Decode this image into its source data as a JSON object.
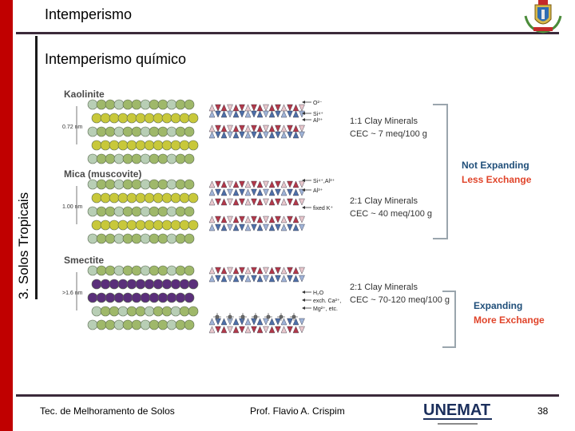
{
  "header": {
    "title": "Intemperismo",
    "subtitle": "Intemperismo químico",
    "side_label": "3.  Solos Tropicais"
  },
  "figure": {
    "sections": [
      {
        "name": "Kaolinite",
        "spacing": "0.72 nm",
        "ions": [
          "O²⁻",
          "Si⁴⁺",
          "Al³⁺"
        ],
        "mineral_line1": "1:1 Clay Minerals",
        "mineral_line2": "CEC ~ 7 meq/100 g"
      },
      {
        "name": "Mica (muscovite)",
        "spacing": "1.00 nm",
        "ions": [
          "Si⁴⁺,Al³⁺",
          "Al³⁺",
          "fixed K⁺"
        ],
        "mineral_line1": "2:1 Clay Minerals",
        "mineral_line2": "CEC ~ 40 meq/100 g"
      },
      {
        "name": "Smectite",
        "spacing": ">1.6 nm",
        "ions": [
          "H₂O",
          "exch. Ca²⁺,",
          "Mg²⁺, etc."
        ],
        "mineral_line1": "2:1 Clay Minerals",
        "mineral_line2": "CEC ~ 70-120 meq/100 g"
      }
    ],
    "group_top": {
      "line1": "Not Expanding",
      "line2": "Less Exchange"
    },
    "group_bottom": {
      "line1": "Expanding",
      "line2": "More Exchange"
    },
    "colors": {
      "group_line1": "#1f4e79",
      "group_line2": "#e0442a",
      "bracket": "#9aa5ad",
      "section_title": "#4a4a4a"
    }
  },
  "footer": {
    "course": "Tec. de Melhoramento de Solos",
    "professor": "Prof. Flavio  A. Crispim",
    "page_number": "38",
    "logo_text": "UNEMAT"
  }
}
